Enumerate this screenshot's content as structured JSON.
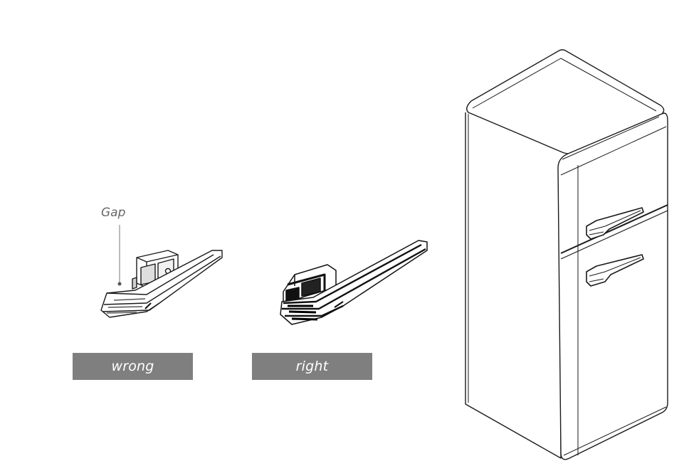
{
  "labels": {
    "gap": "Gap",
    "wrong": "wrong",
    "right": "right"
  },
  "colors": {
    "label_background": "#7f7f7f",
    "label_text": "#ffffff",
    "gap_text": "#666666",
    "line_art": "#1a1a1a"
  }
}
